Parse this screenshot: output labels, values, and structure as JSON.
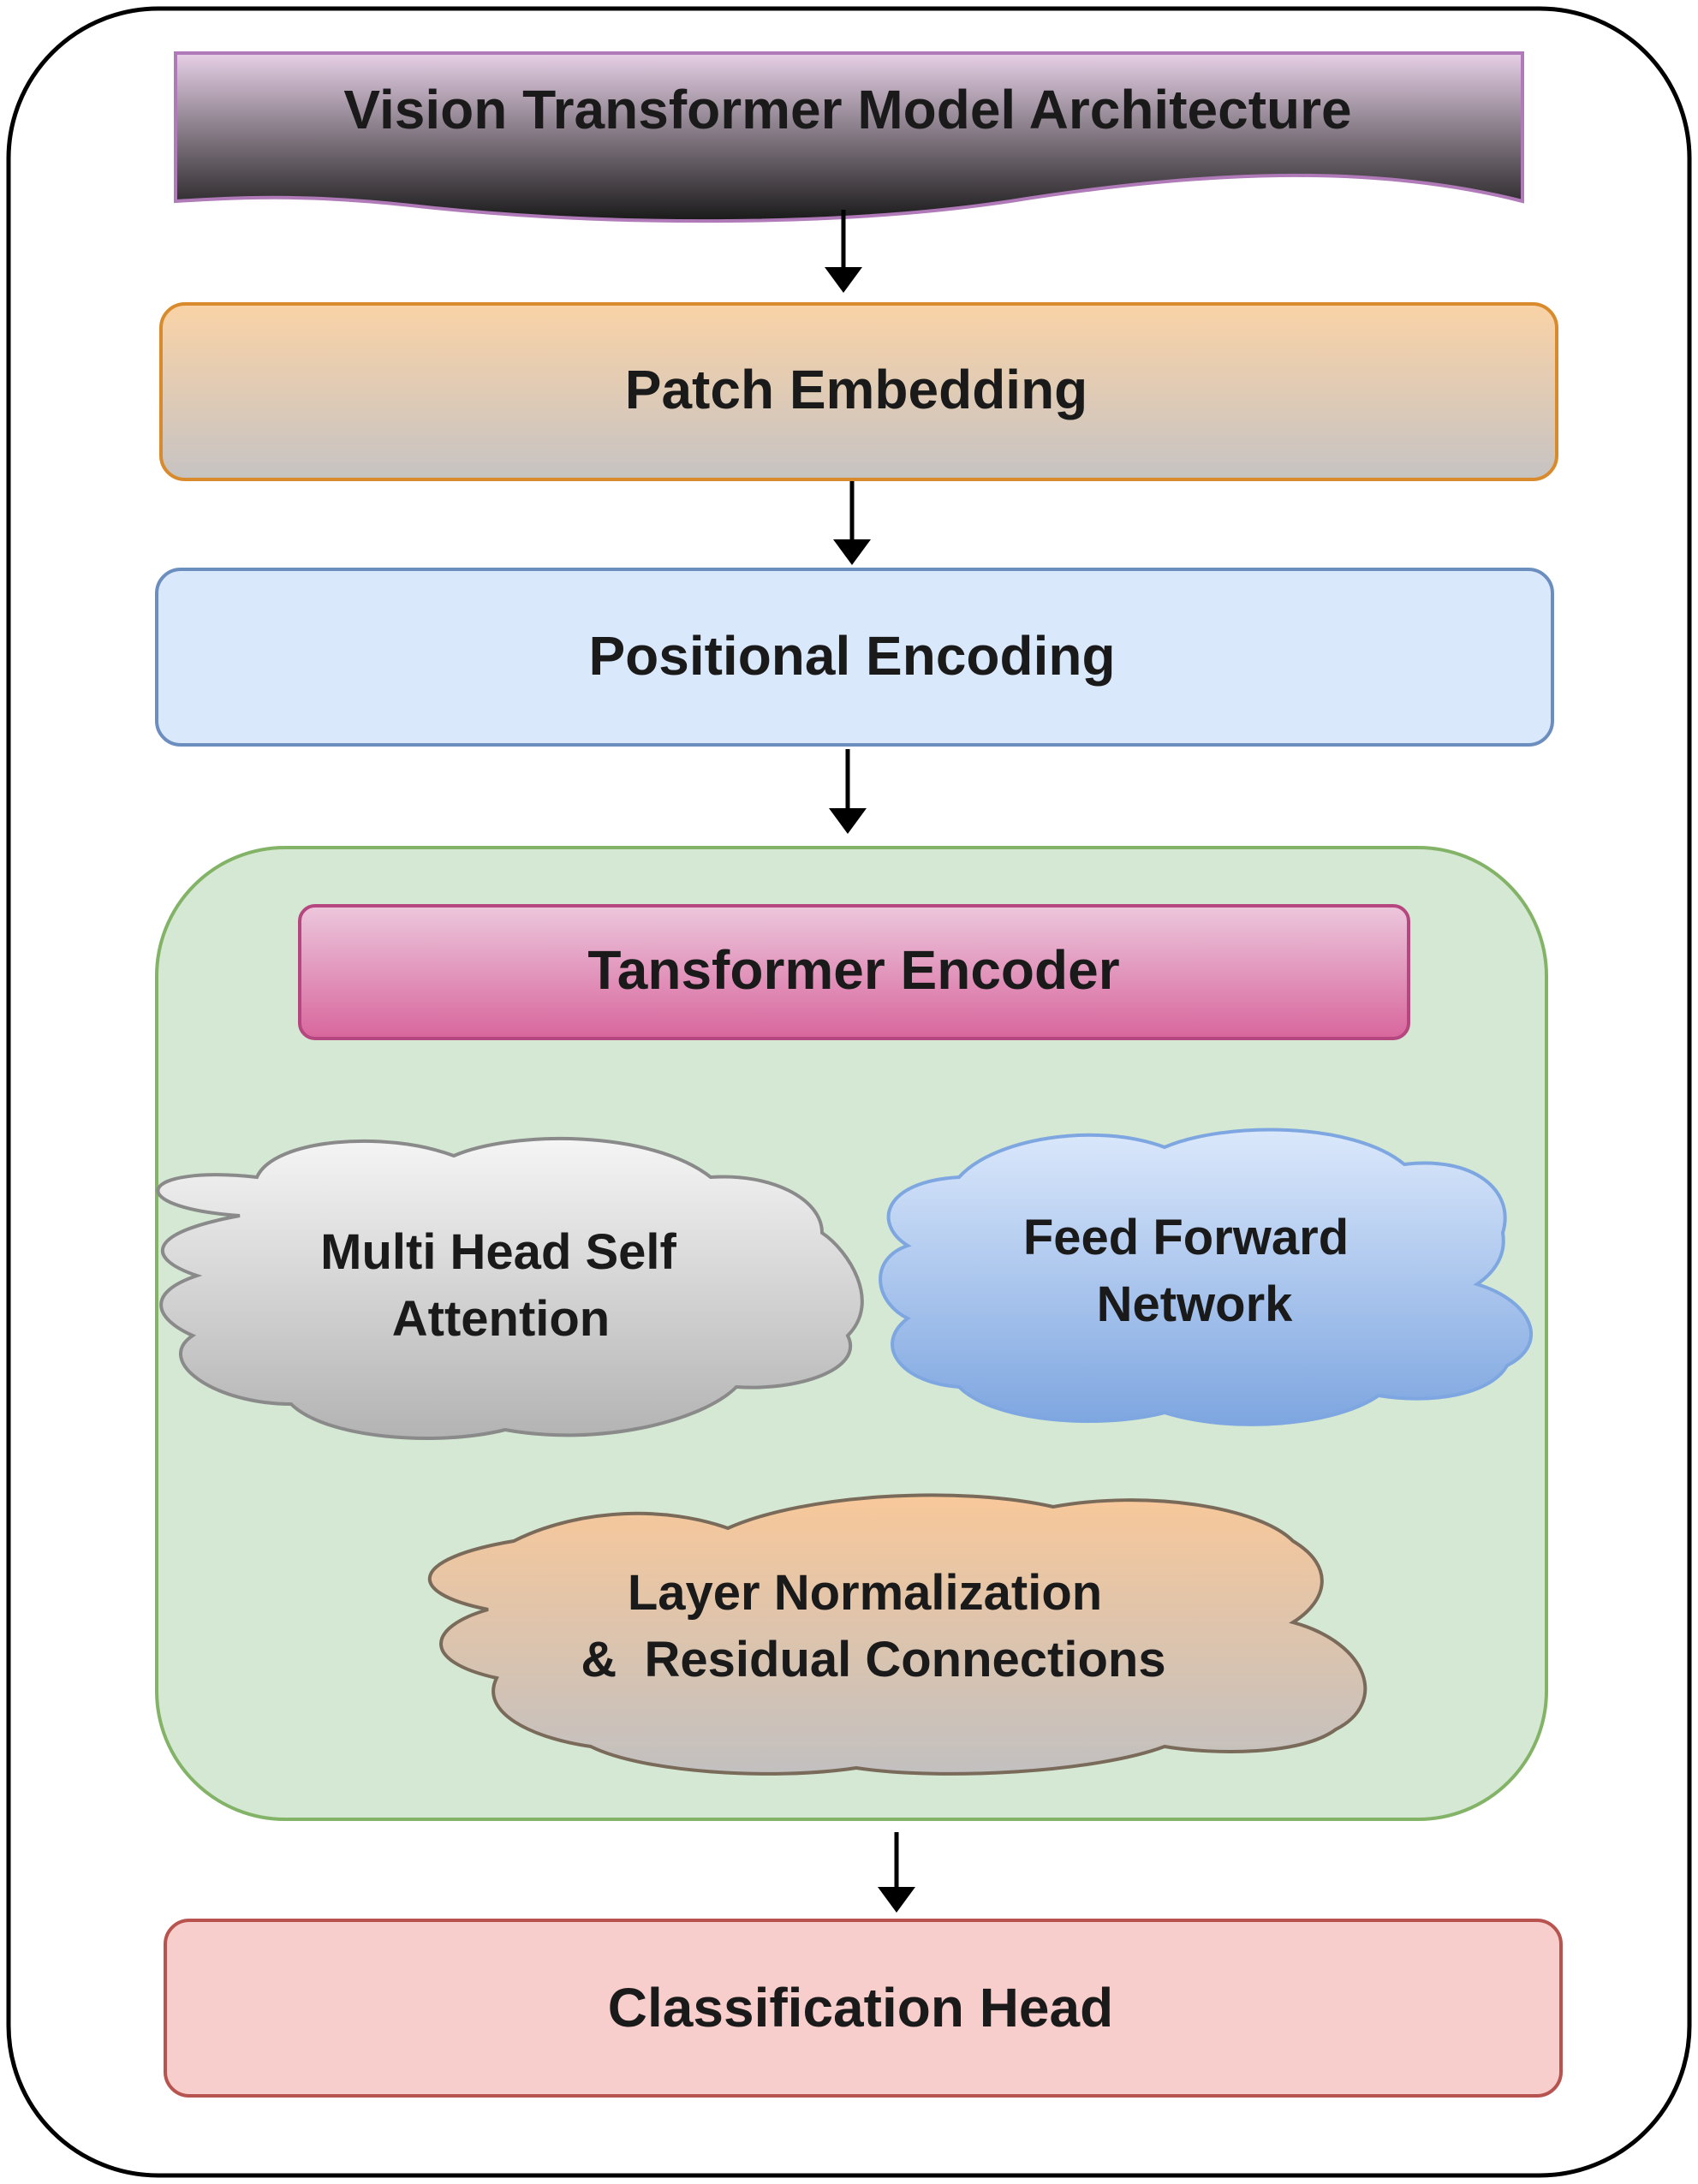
{
  "title": "Vision Transformer Model Architecture",
  "patch_embedding": "Patch Embedding",
  "positional_encoding": "Positional Encoding",
  "encoder": {
    "title": "Tansformer Encoder",
    "mhsa_line1": "Multi Head Self",
    "mhsa_line2": "Attention",
    "ffn_line1": "Feed Forward",
    "ffn_line2": "Network",
    "norm_line1": "Layer Normalization",
    "norm_line2": "&  Residual Connections"
  },
  "classification_head": "Classification Head"
}
